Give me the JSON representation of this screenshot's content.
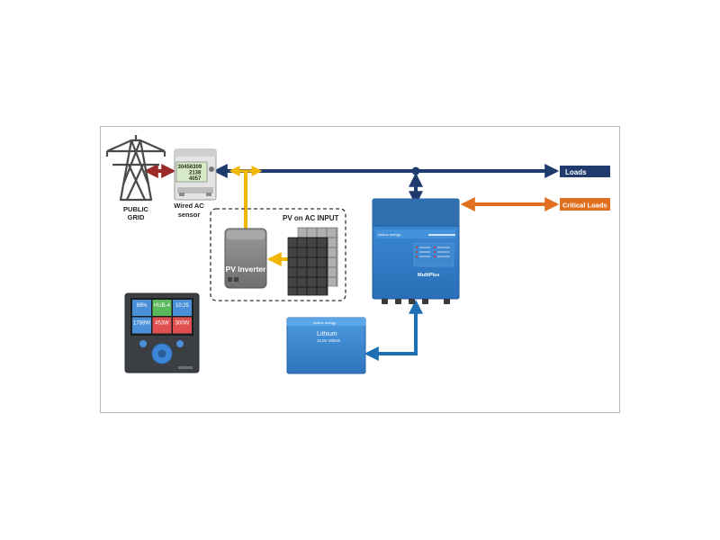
{
  "grid": {
    "label_line1": "PUBLIC",
    "label_line2": "GRID"
  },
  "sensor": {
    "label_line1": "Wired AC",
    "label_line2": "sensor",
    "display_line1": "30456309",
    "display_line2": "2138",
    "display_line3": "4057"
  },
  "pv_group": {
    "title": "PV on AC INPUT"
  },
  "pv_inverter": {
    "label": "PV Inverter"
  },
  "outputs": {
    "loads": "Loads",
    "critical_loads": "Critical Loads"
  },
  "multiplus": {
    "brand": "victron energy",
    "model": "MultiPlus"
  },
  "battery": {
    "brand": "victron energy",
    "label": "Lithium",
    "spec": "12.8V 200Ah"
  },
  "gx_panel": {
    "tiles": [
      {
        "value": "89%",
        "color": "#4a90d9"
      },
      {
        "value": "HUB-4",
        "color": "#5cb85c"
      },
      {
        "value": "10:25",
        "color": "#4a90d9"
      },
      {
        "value": "1788W",
        "color": "#4a90d9"
      },
      {
        "value": "453W",
        "color": "#e05050"
      },
      {
        "value": "300W",
        "color": "#e05050"
      }
    ]
  },
  "colors": {
    "ac_bus": "#1f3b6e",
    "grid_link": "#9b2a2a",
    "pv_link": "#f2b705",
    "critical": "#e07020",
    "dc_link": "#1f6fb5",
    "victron_blue": "#3a87d0"
  }
}
